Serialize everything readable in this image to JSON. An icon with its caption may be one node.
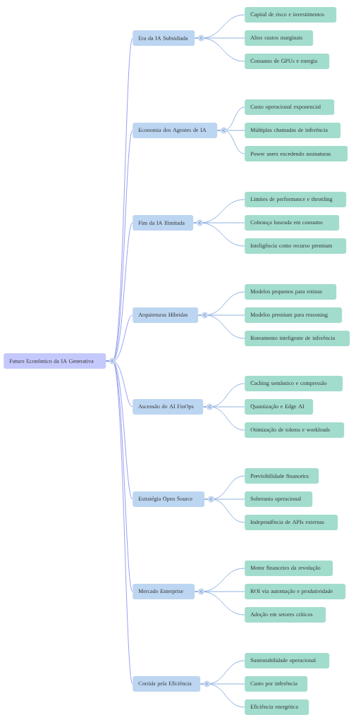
{
  "diagram": {
    "nodes": [
      {
        "text": [
          "Futuro Econômico da IA Generativa"
        ]
      },
      {
        "text": [
          "Era da IA Subsidiada"
        ]
      },
      {
        "text": [
          "Capital de risco e investimentos"
        ]
      },
      {
        "text": [
          "Altos custos marginais"
        ]
      },
      {
        "text": [
          "Consumo de GPUs e energia"
        ]
      },
      {
        "text": [
          "Economia dos Agentes de IA"
        ]
      },
      {
        "text": [
          "Custo operacional exponencial"
        ]
      },
      {
        "text": [
          "Múltiplas chamadas de inferência"
        ]
      },
      {
        "text": [
          "Power users excedendo assinaturas"
        ]
      },
      {
        "text": [
          "Fim da IA Ilimitada"
        ]
      },
      {
        "text": [
          "Limites de performance e throttling"
        ]
      },
      {
        "text": [
          "Cobrança baseada em consumo"
        ]
      },
      {
        "text": [
          "Inteligência como recurso premium"
        ]
      },
      {
        "text": [
          "Arquiteturas Híbridas"
        ]
      },
      {
        "text": [
          "Modelos pequenos para rotinas"
        ]
      },
      {
        "text": [
          "Modelos premium para reasoning"
        ]
      },
      {
        "text": [
          "Roteamento inteligente de inferência"
        ]
      },
      {
        "text": [
          "Ascensão do AI FinOps"
        ]
      },
      {
        "text": [
          "Caching semântico e compressão"
        ]
      },
      {
        "text": [
          "Quantização e Edge AI"
        ]
      },
      {
        "text": [
          "Otimização de tokens e workloads"
        ]
      },
      {
        "text": [
          "Estratégia Open Source"
        ]
      },
      {
        "text": [
          "Previsibilidade financeira"
        ]
      },
      {
        "text": [
          "Soberania operacional"
        ]
      },
      {
        "text": [
          "Independência de APIs externas"
        ]
      },
      {
        "text": [
          "Mercado Enterprise"
        ]
      },
      {
        "text": [
          "Motor financeiro da revolução"
        ]
      },
      {
        "text": [
          "ROI via automação e produtividade"
        ]
      },
      {
        "text": [
          "Adoção em setores críticos"
        ]
      },
      {
        "text": [
          "Corrida pela Eficiência"
        ]
      },
      {
        "text": [
          "Sustentabilidade operacional"
        ]
      },
      {
        "text": [
          "Custo por inferência"
        ]
      },
      {
        "text": [
          "Eficiência energética"
        ]
      }
    ],
    "edges": [
      {
        "from": 0,
        "to": 1,
        "arrow": "none",
        "color": "#8c96f0"
      },
      {
        "from": 1,
        "to": 2,
        "arrow": "none"
      },
      {
        "from": 1,
        "to": 3,
        "arrow": "none"
      },
      {
        "from": 1,
        "to": 4,
        "arrow": "none"
      },
      {
        "from": 0,
        "to": 5,
        "arrow": "none",
        "color": "#8c96f0"
      },
      {
        "from": 5,
        "to": 6,
        "arrow": "none"
      },
      {
        "from": 5,
        "to": 7,
        "arrow": "none"
      },
      {
        "from": 5,
        "to": 8,
        "arrow": "none"
      },
      {
        "from": 0,
        "to": 9,
        "arrow": "none",
        "color": "#8c96f0"
      },
      {
        "from": 9,
        "to": 10,
        "arrow": "none"
      },
      {
        "from": 9,
        "to": 11,
        "arrow": "none"
      },
      {
        "from": 9,
        "to": 12,
        "arrow": "none"
      },
      {
        "from": 0,
        "to": 13,
        "arrow": "none",
        "color": "#8c96f0"
      },
      {
        "from": 13,
        "to": 14,
        "arrow": "none"
      },
      {
        "from": 13,
        "to": 15,
        "arrow": "none"
      },
      {
        "from": 13,
        "to": 16,
        "arrow": "none"
      },
      {
        "from": 0,
        "to": 17,
        "arrow": "none",
        "color": "#8c96f0"
      },
      {
        "from": 17,
        "to": 18,
        "arrow": "none"
      },
      {
        "from": 17,
        "to": 19,
        "arrow": "none"
      },
      {
        "from": 17,
        "to": 20,
        "arrow": "none"
      },
      {
        "from": 0,
        "to": 21,
        "arrow": "none",
        "color": "#8c96f0"
      },
      {
        "from": 21,
        "to": 22,
        "arrow": "none"
      },
      {
        "from": 21,
        "to": 23,
        "arrow": "none"
      },
      {
        "from": 21,
        "to": 24,
        "arrow": "none"
      },
      {
        "from": 0,
        "to": 25,
        "arrow": "none",
        "color": "#8c96f0"
      },
      {
        "from": 25,
        "to": 26,
        "arrow": "none"
      },
      {
        "from": 25,
        "to": 27,
        "arrow": "none"
      },
      {
        "from": 25,
        "to": 28,
        "arrow": "none"
      },
      {
        "from": 0,
        "to": 29,
        "arrow": "none",
        "color": "#8c96f0"
      },
      {
        "from": 29,
        "to": 30,
        "arrow": "none"
      },
      {
        "from": 29,
        "to": 31,
        "arrow": "none"
      },
      {
        "from": 29,
        "to": 32,
        "arrow": "none"
      }
    ]
  }
}
